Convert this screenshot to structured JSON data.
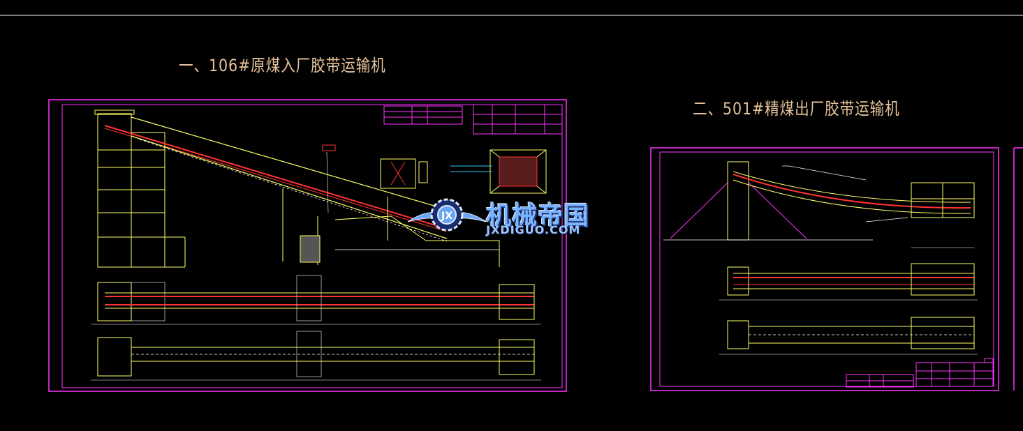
{
  "titles": {
    "drawing_1": "一、106#原煤入厂胶带运输机",
    "drawing_2": "二、501#精煤出厂胶带运输机"
  },
  "watermark": {
    "brand_text": "机械帝国",
    "url_text": "JXDIGUO.COM",
    "logo": "gear-wings-logo"
  },
  "colors": {
    "background": "#000000",
    "frame": "#ff33ff",
    "structure": "#ffff66",
    "belt": "#ff3333",
    "dimension": "#ffffff",
    "title_text": "#e6c29a",
    "watermark": "#7ab4ff"
  }
}
